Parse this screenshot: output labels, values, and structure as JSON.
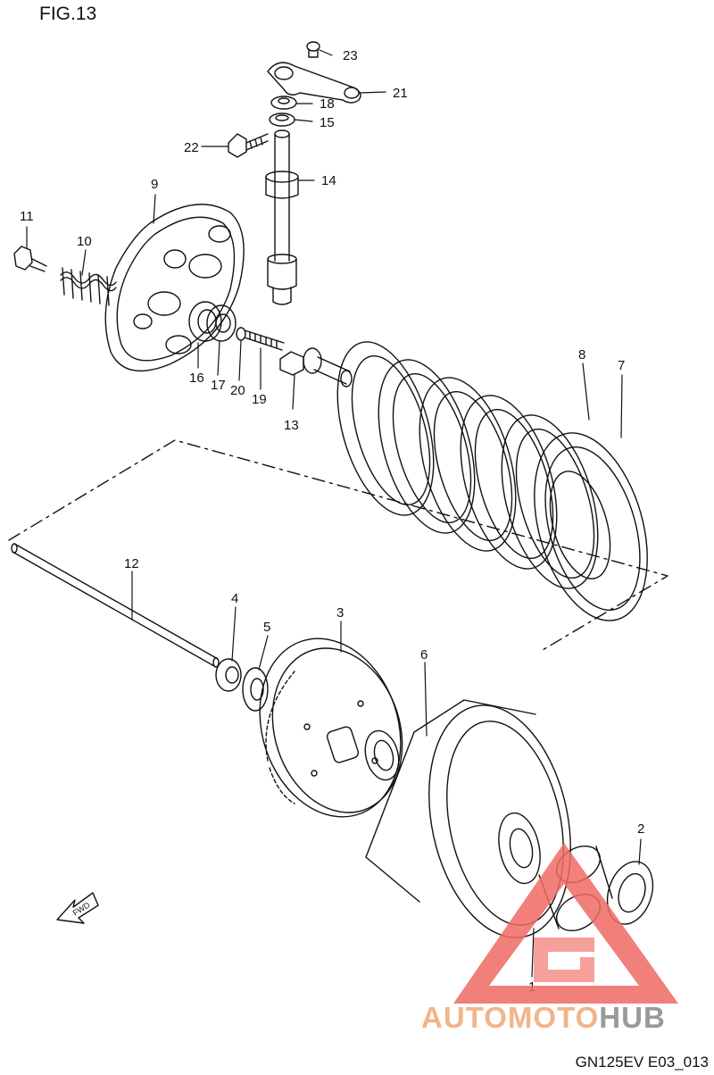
{
  "figure": {
    "title": "FIG.13",
    "code": "GN125EV E03_013",
    "fwd_label": "FWD"
  },
  "watermark": {
    "part1": "AUTOMOTO",
    "part2": "HUB",
    "colors": {
      "part1": "#f2b48a",
      "part2": "#9a9a9a",
      "triangle": "#ef6b63"
    }
  },
  "callouts": [
    {
      "id": "1",
      "part": "clutch-housing-sleeve"
    },
    {
      "id": "2",
      "part": "thrust-washer"
    },
    {
      "id": "3",
      "part": "primary-driven-gear"
    },
    {
      "id": "4",
      "part": "nut"
    },
    {
      "id": "5",
      "part": "washer"
    },
    {
      "id": "6",
      "part": "washer"
    },
    {
      "id": "7",
      "part": "friction-plate"
    },
    {
      "id": "8",
      "part": "drive-plate"
    },
    {
      "id": "9",
      "part": "pressure-plate"
    },
    {
      "id": "10",
      "part": "clutch-spring"
    },
    {
      "id": "11",
      "part": "bolt"
    },
    {
      "id": "12",
      "part": "push-rod"
    },
    {
      "id": "13",
      "part": "push-piece"
    },
    {
      "id": "14",
      "part": "release-shaft"
    },
    {
      "id": "15",
      "part": "oil-seal"
    },
    {
      "id": "16",
      "part": "bearing"
    },
    {
      "id": "17",
      "part": "lock-nut"
    },
    {
      "id": "18",
      "part": "washer"
    },
    {
      "id": "19",
      "part": "adjusting-screw"
    },
    {
      "id": "20",
      "part": "nut"
    },
    {
      "id": "21",
      "part": "release-lever"
    },
    {
      "id": "22",
      "part": "bolt"
    },
    {
      "id": "23",
      "part": "screw"
    }
  ]
}
